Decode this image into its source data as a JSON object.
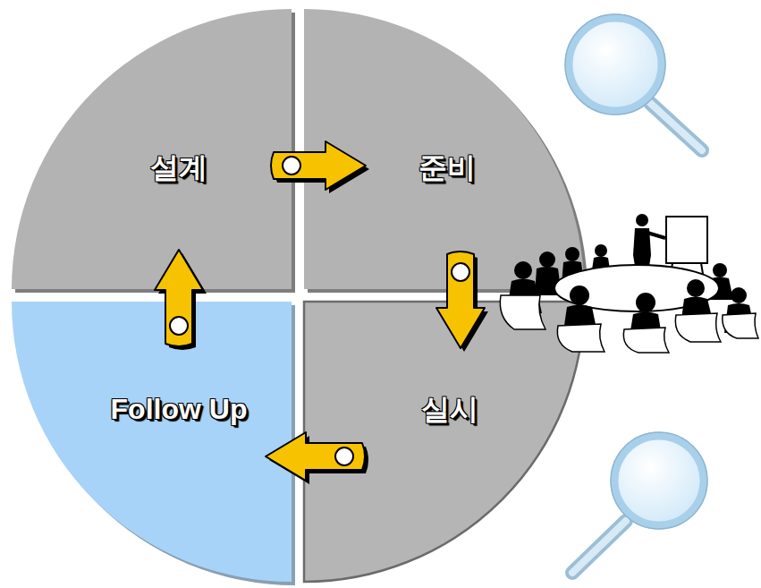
{
  "diagram": {
    "nodes": [
      {
        "text": [
          "설계"
        ]
      },
      {
        "text": [
          "준비"
        ]
      },
      {
        "text": [
          "실시"
        ]
      },
      {
        "text": [
          "Follow Up"
        ]
      }
    ],
    "edges": [
      {
        "from": 0,
        "to": 1,
        "arrow": "to"
      },
      {
        "from": 1,
        "to": 2,
        "arrow": "to"
      },
      {
        "from": 2,
        "to": 3,
        "arrow": "to"
      },
      {
        "from": 3,
        "to": 0,
        "arrow": "to"
      }
    ]
  }
}
